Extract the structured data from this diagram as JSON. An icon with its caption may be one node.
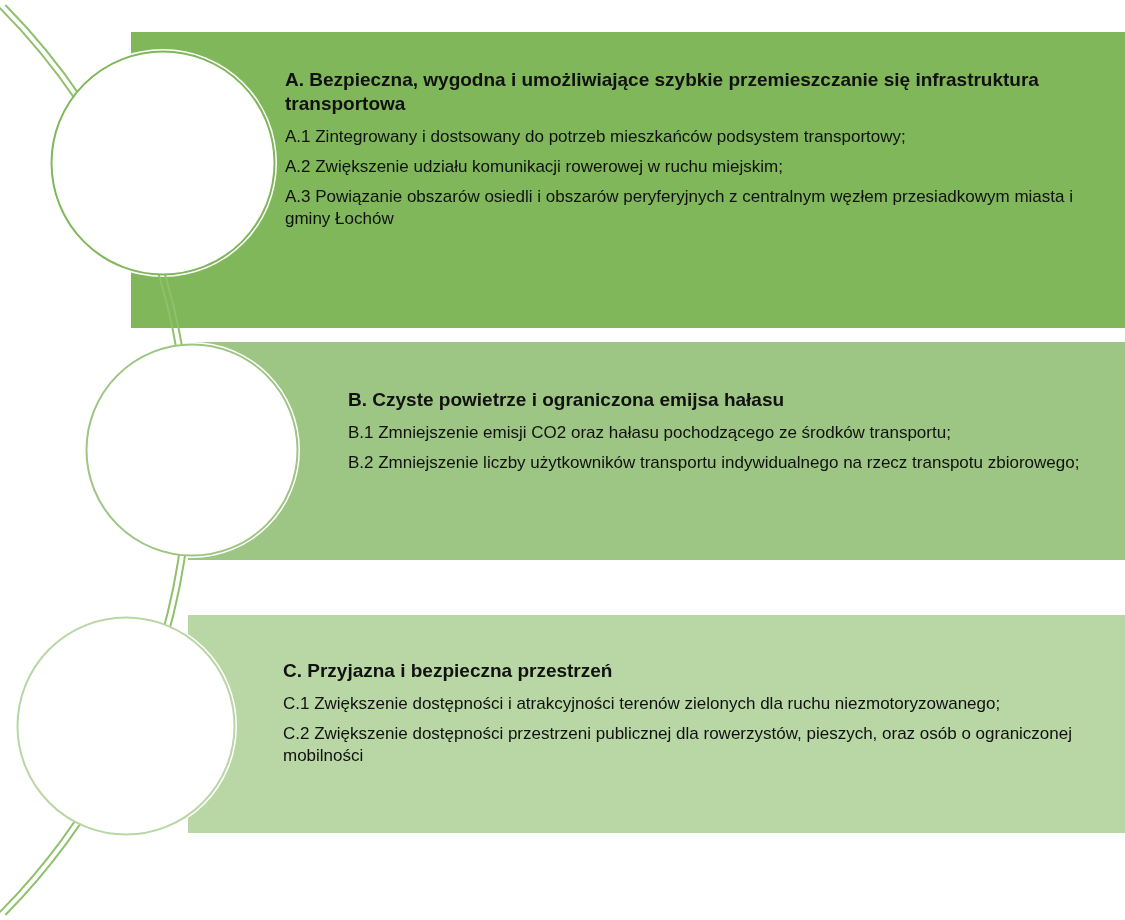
{
  "diagram": {
    "nodes": [
      {
        "text": [],
        "shape": "circle"
      },
      {
        "text": [
          "A. Bezpieczna, wygodna i umożliwiające szybkie przemieszczanie się infrastruktura transportowa",
          "A.1 Zintegrowany i dostsowany do potrzeb mieszkańców podsystem transportowy;",
          "A.2 Zwiększenie udziału komunikacji rowerowej w ruchu miejskim;",
          "A.3 Powiązanie obszarów osiedli i obszarów peryferyjnych z centralnym węzłem przesiadkowym miasta i gminy Łochów"
        ]
      },
      {
        "text": [],
        "shape": "circle"
      },
      {
        "text": [
          "B. Czyste powietrze i ograniczona emijsa hałasu",
          "B.1 Zmniejszenie emisji CO2 oraz hałasu pochodzącego ze środków transportu;",
          "B.2 Zmniejszenie liczby użytkowników transportu indywidualnego na rzecz transpotu zbiorowego;"
        ]
      },
      {
        "text": [],
        "shape": "circle"
      },
      {
        "text": [
          "C. Przyjazna i bezpieczna przestrzeń",
          "C.1 Zwiększenie dostępności i atrakcyjności terenów zielonych dla ruchu niezmotoryzowanego;",
          "C.2 Zwiększenie dostępności przestrzeni publicznej dla rowerzystów, pieszych, oraz osób o ograniczonej mobilności"
        ]
      }
    ]
  }
}
